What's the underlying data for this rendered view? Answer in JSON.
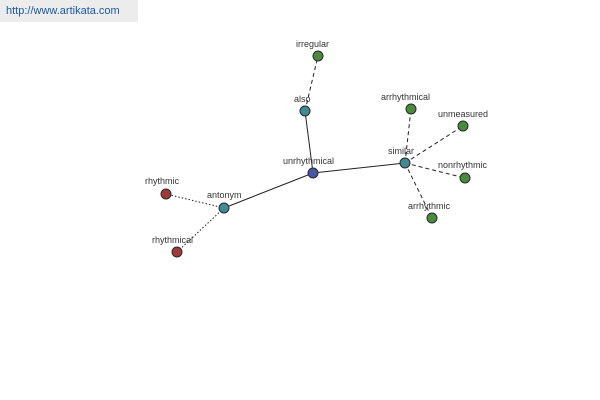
{
  "source_url": "http://www.artikata.com",
  "colors": {
    "center": "#4a55a8",
    "relation": "#3f8a95",
    "synonym": "#4a8a3e",
    "antonym": "#a03a3a"
  },
  "nodes": [
    {
      "id": "unrhythmical",
      "label": "unrhythmical",
      "kind": "center"
    },
    {
      "id": "also",
      "label": "also",
      "kind": "relation"
    },
    {
      "id": "irregular",
      "label": "irregular",
      "kind": "synonym"
    },
    {
      "id": "similar",
      "label": "similar",
      "kind": "relation"
    },
    {
      "id": "arrhythmical",
      "label": "arrhythmical",
      "kind": "synonym"
    },
    {
      "id": "unmeasured",
      "label": "unmeasured",
      "kind": "synonym"
    },
    {
      "id": "nonrhythmic",
      "label": "nonrhythmic",
      "kind": "synonym"
    },
    {
      "id": "arrhythmic",
      "label": "arrhythmic",
      "kind": "synonym"
    },
    {
      "id": "antonym",
      "label": "antonym",
      "kind": "relation"
    },
    {
      "id": "rhythmic",
      "label": "rhythmic",
      "kind": "antonym"
    },
    {
      "id": "rhythmical",
      "label": "rhythmical",
      "kind": "antonym"
    }
  ],
  "edges": [
    {
      "from": "unrhythmical",
      "to": "also",
      "style": "solid"
    },
    {
      "from": "unrhythmical",
      "to": "similar",
      "style": "solid"
    },
    {
      "from": "unrhythmical",
      "to": "antonym",
      "style": "solid"
    },
    {
      "from": "also",
      "to": "irregular",
      "style": "dashed"
    },
    {
      "from": "similar",
      "to": "arrhythmical",
      "style": "dashed"
    },
    {
      "from": "similar",
      "to": "unmeasured",
      "style": "dashed"
    },
    {
      "from": "similar",
      "to": "nonrhythmic",
      "style": "dashed"
    },
    {
      "from": "similar",
      "to": "arrhythmic",
      "style": "dashed"
    },
    {
      "from": "antonym",
      "to": "rhythmic",
      "style": "dotted"
    },
    {
      "from": "antonym",
      "to": "rhythmical",
      "style": "dotted"
    }
  ]
}
